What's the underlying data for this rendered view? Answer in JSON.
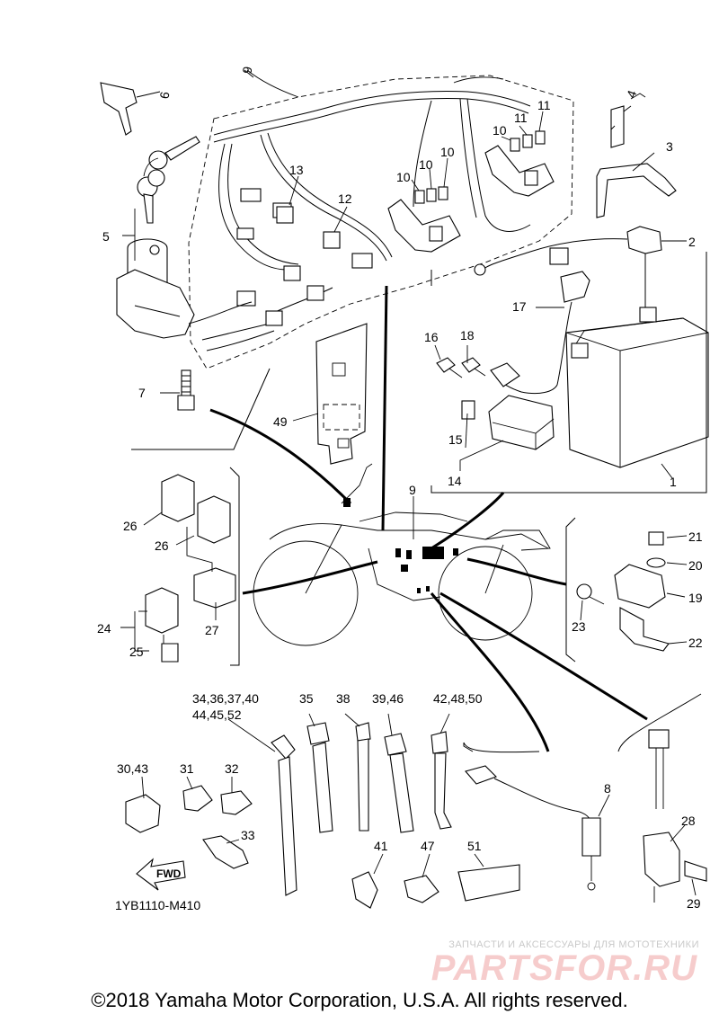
{
  "diagram": {
    "code": "1YB1110-M410",
    "fwd_label": "FWD",
    "labels": {
      "p1": "1",
      "p2": "2",
      "p3": "3",
      "p4": "4",
      "p5": "5",
      "p6": "6",
      "p7": "7",
      "p8": "8",
      "p9a": "9",
      "p9b": "9",
      "p10a": "10",
      "p10b": "10",
      "p10c": "10",
      "p10d": "10",
      "p11a": "11",
      "p11b": "11",
      "p12": "12",
      "p13": "13",
      "p14": "14",
      "p15": "15",
      "p16": "16",
      "p17": "17",
      "p18": "18",
      "p19": "19",
      "p20": "20",
      "p21": "21",
      "p22": "22",
      "p23": "23",
      "p24": "24",
      "p25": "25",
      "p26a": "26",
      "p26b": "26",
      "p27": "27",
      "p28": "28",
      "p29": "29",
      "p30": "30,43",
      "p31": "31",
      "p32": "32",
      "p33": "33",
      "p34a": "34,36,37,40",
      "p34b": "44,45,52",
      "p35": "35",
      "p38": "38",
      "p39": "39,46",
      "p42": "42,48,50",
      "p41": "41",
      "p47": "47",
      "p49": "49",
      "p51": "51"
    }
  },
  "watermark": {
    "tagline": "ЗАПЧАСТИ И АКСЕССУАРЫ ДЛЯ МОТОТЕХНИКИ",
    "logo": "PARTSFOR.RU"
  },
  "footer": {
    "copyright": "©2018 Yamaha Motor Corporation, U.S.A. All rights reserved."
  }
}
